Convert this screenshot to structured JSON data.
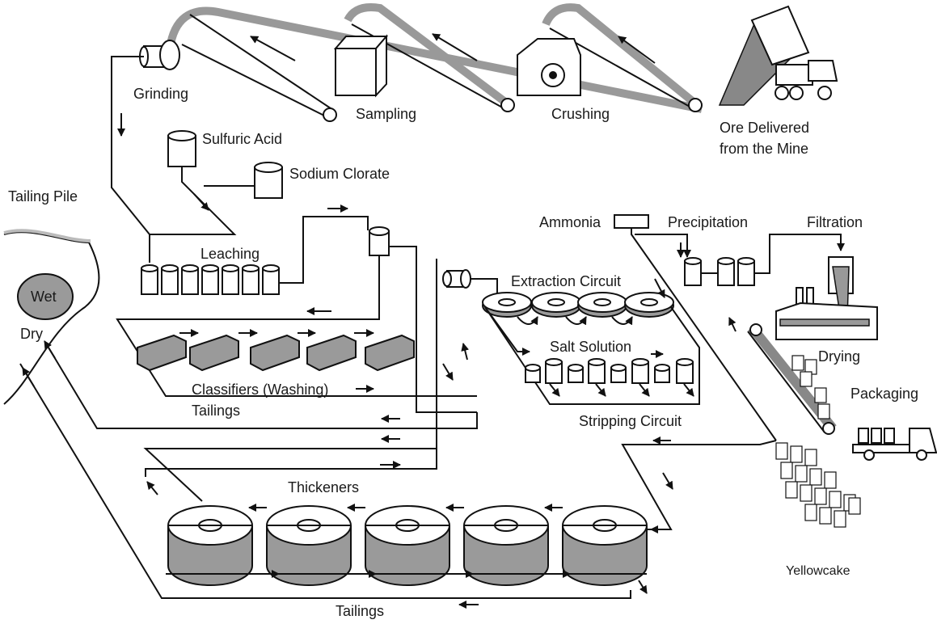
{
  "labels": {
    "grinding": "Grinding",
    "sampling": "Sampling",
    "crushing": "Crushing",
    "ore_delivered_1": "Ore Delivered",
    "ore_delivered_2": "from the Mine",
    "sulfuric_acid": "Sulfuric Acid",
    "sodium_clorate": "Sodium Clorate",
    "tailing_pile": "Tailing Pile",
    "wet": "Wet",
    "dry": "Dry",
    "leaching": "Leaching",
    "ammonia": "Ammonia",
    "precipitation": "Precipitation",
    "filtration": "Filtration",
    "extraction_circuit": "Extraction Circuit",
    "salt_solution": "Salt Solution",
    "drying": "Drying",
    "packaging": "Packaging",
    "classifiers": "Classifiers (Washing)",
    "tailings_top": "Tailings",
    "stripping_circuit": "Stripping Circuit",
    "thickeners": "Thickeners",
    "yellowcake": "Yellowcake",
    "tailings_bottom": "Tailings"
  }
}
